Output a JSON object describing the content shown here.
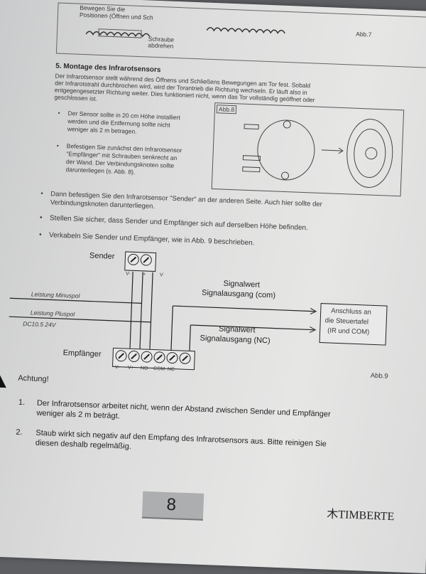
{
  "top_fig": {
    "label1": "Bewegen Sie die",
    "label2": "Positionen (Öffnen und Sch",
    "screw": "Schraube",
    "hint": "abdrehen",
    "abb": "Abb.7"
  },
  "section": {
    "heading": "5. Montage des Infrarotsensors",
    "intro": [
      "Der Infrarotsensor stellt während des Öffnens und Schließens Bewegungen am Tor fest. Sobald",
      "der Infrarotstrahl durchbrochen wird, wird der Torantrieb die Richtung wechseln. Er läuft also in",
      "entgegengesetzter Richtung weiter. Dies funktioniert nicht, wenn das Tor vollständig geöffnet oder",
      "geschlossen ist."
    ],
    "bullet1": [
      "Der Sensor sollte in 20 cm Höhe installiert",
      "werden und die Entfernung sollte nicht",
      "weniger als 2 m betragen."
    ],
    "bullet2": [
      "Befestigen Sie zunächst den Infrarotsensor",
      "\"Empfänger\" mit Schrauben senkrecht an",
      "der Wand. Der Verbindungsknoten sollte",
      "darunterliegen (s. Abb. 8)."
    ],
    "fig8_label": "Abb.8",
    "bullet3": [
      "Dann befestigen Sie den Infrarotsensor \"Sender\" an der anderen Seite. Auch hier sollte der",
      "Verbindungsknoten darunterliegen."
    ],
    "bullet4": "Stellen Sie sicher, dass Sender und Empfänger sich auf derselben Höhe befinden.",
    "bullet5": "Verkabeln Sie Sender und Empfänger, wie in Abb. 9 beschrieben."
  },
  "wiring": {
    "sender": "Sender",
    "sender_pins": [
      "V-",
      "+",
      "V"
    ],
    "minus": "Leistung Minuspol",
    "plus": "Leistung Pluspol",
    "voltage": "DC10.5 24V",
    "signal1_a": "Signalwert",
    "signal1_b": "Signalausgang (com)",
    "signal2_a": "Signalwert",
    "signal2_b": "Signalausgang (NC)",
    "target": [
      "Anschluss an",
      "die Steuertafel",
      "(IR und COM)"
    ],
    "receiver": "Empfänger",
    "receiver_pins": [
      "V-",
      "V+",
      "NO",
      "COM",
      "NC"
    ],
    "abb": "Abb.9"
  },
  "warning": {
    "title": "Achtung!",
    "n1": "1.",
    "item1": [
      "Der Infrarotsensor arbeitet nicht, wenn der Abstand zwischen Sender und Empfänger",
      "weniger als 2 m beträgt."
    ],
    "n2": "2.",
    "item2": [
      "Staub wirkt sich negativ auf den Empfang des Infrarotsensors aus. Bitte reinigen Sie",
      "diesen deshalb regelmäßig."
    ]
  },
  "footer": {
    "page_number": "8",
    "brand": "TIMBERTE"
  }
}
